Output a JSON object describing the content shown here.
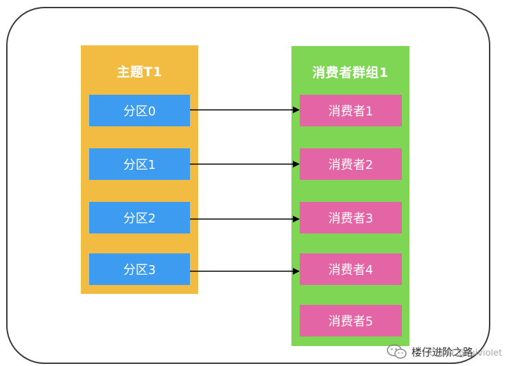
{
  "topic": {
    "title": "主题T1",
    "partitions": [
      "分区0",
      "分区1",
      "分区2",
      "分区3"
    ]
  },
  "consumer_group": {
    "title": "消费者群组1",
    "consumers": [
      "消费者1",
      "消费者2",
      "消费者3",
      "消费者4",
      "消费者5"
    ]
  },
  "mappings": [
    {
      "from": "分区0",
      "to": "消费者1"
    },
    {
      "from": "分区1",
      "to": "消费者2"
    },
    {
      "from": "分区2",
      "to": "消费者3"
    },
    {
      "from": "分区3",
      "to": "消费者4"
    }
  ],
  "watermark": {
    "icon": "wechat-icon",
    "label": "楼仔进阶之路",
    "sub_label": "CSDN @ruiviolet"
  },
  "colors": {
    "topic_panel": "#f2bb42",
    "partition": "#3d9cf0",
    "group_panel": "#7fd654",
    "consumer": "#e365a6",
    "arrow": "#000000"
  }
}
